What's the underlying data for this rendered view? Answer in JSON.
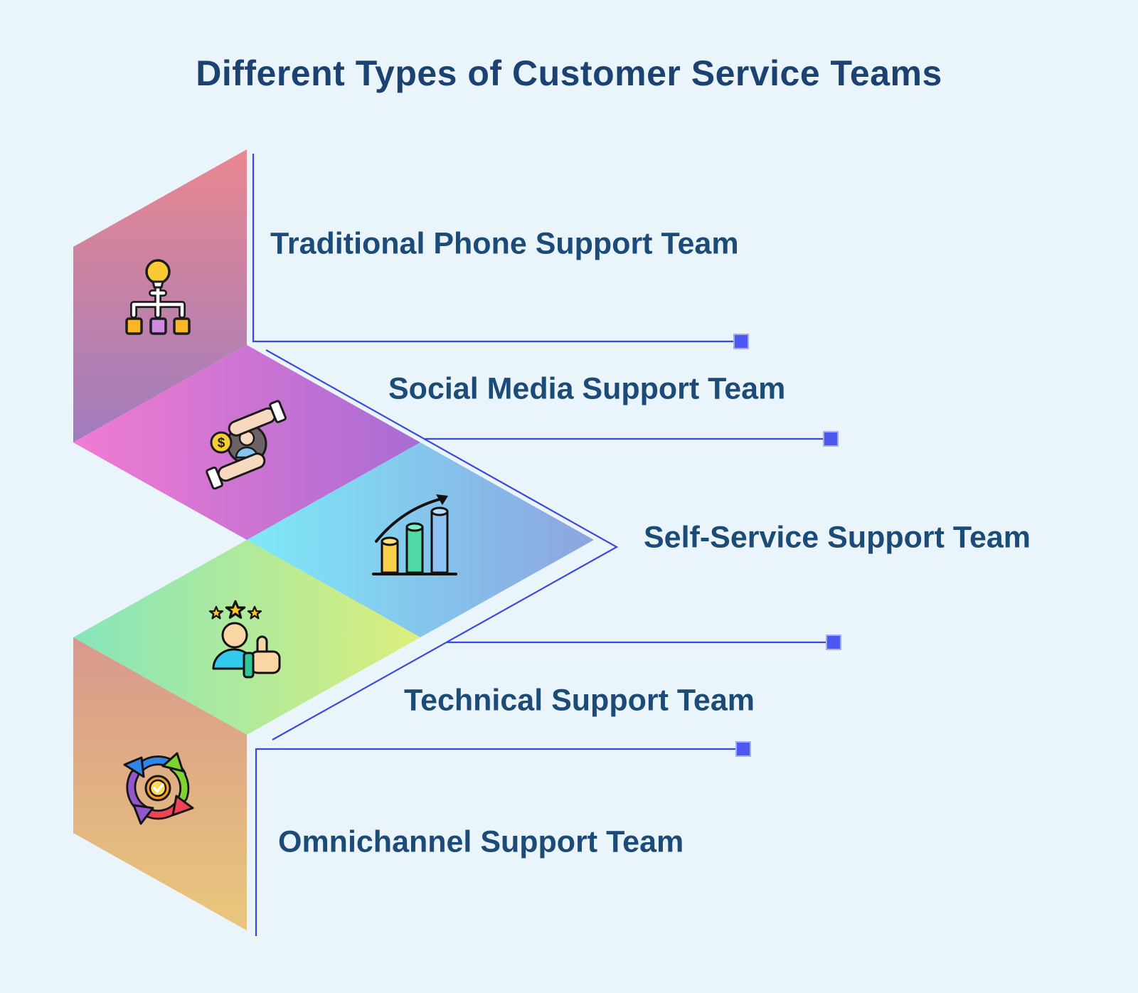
{
  "title": "Different Types of Customer Service Teams",
  "items": [
    {
      "label": "Traditional Phone Support Team",
      "icon": "hierarchy-lightbulb-icon",
      "shape": "parallelogram-left-wall",
      "color_start": "#e98890",
      "color_end": "#9f7cbe"
    },
    {
      "label": "Social Media Support Team",
      "icon": "hands-money-person-icon",
      "shape": "diamond",
      "color_start": "#f07cd2",
      "color_end": "#a96bd4"
    },
    {
      "label": "Self-Service Support Team",
      "icon": "growth-bar-chart-icon",
      "shape": "diamond",
      "color_start": "#7de9f8",
      "color_end": "#8da4e0"
    },
    {
      "label": "Technical Support Team",
      "icon": "customer-satisfaction-icon",
      "shape": "diamond",
      "color_start": "#85e5bb",
      "color_end": "#dcee7c"
    },
    {
      "label": "Omnichannel Support Team",
      "icon": "omnichannel-cycle-icon",
      "shape": "parallelogram-left-wall",
      "color_start": "#d8998c",
      "color_end": "#e9c77b"
    }
  ],
  "colors": {
    "background": "#eaf4fb",
    "title_text": "#1c4272",
    "label_text": "#1d4b77",
    "connector_line": "#3c49dd",
    "endpoint_square": "#4d58f0",
    "endpoint_border": "#a6adf7",
    "icon_outline": "#1d1d1d"
  }
}
